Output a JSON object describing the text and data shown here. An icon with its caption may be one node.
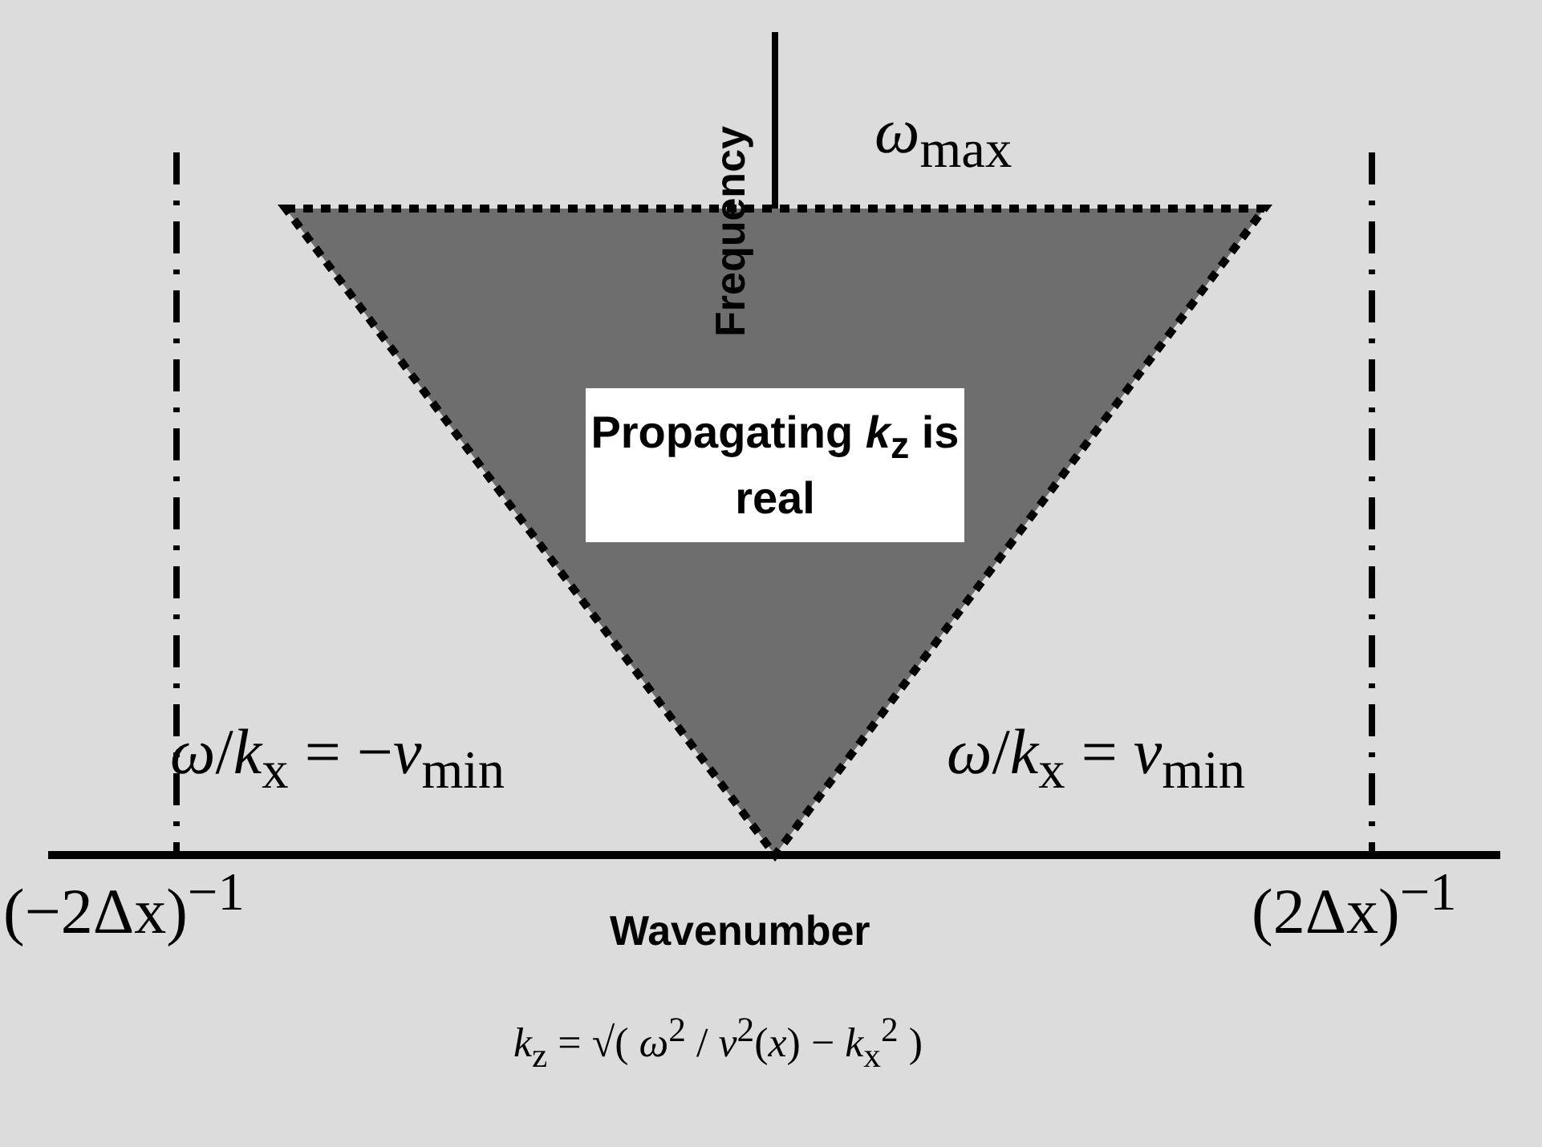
{
  "diagram": {
    "nodes": [
      {
        "text": [
          "Propagating *k*$_{z}$ is real"
        ]
      }
    ],
    "edges": [],
    "labels": [
      "Frequency",
      "*ω*$_{max}$",
      "*ω*/*k*$_{x}$ = −*v*$_{min}$",
      "*ω*/*k*$_{x}$ = *v*$_{min}$",
      "(−2Δx)$^{−1}$",
      "(2Δx)$^{−1}$",
      "Wavenumber",
      "*k*$_{z}$ = √( *ω*$^{2}$ / *v*$^{2}$(*x*) − *k*$_{x}$$^{2}$ )"
    ]
  }
}
